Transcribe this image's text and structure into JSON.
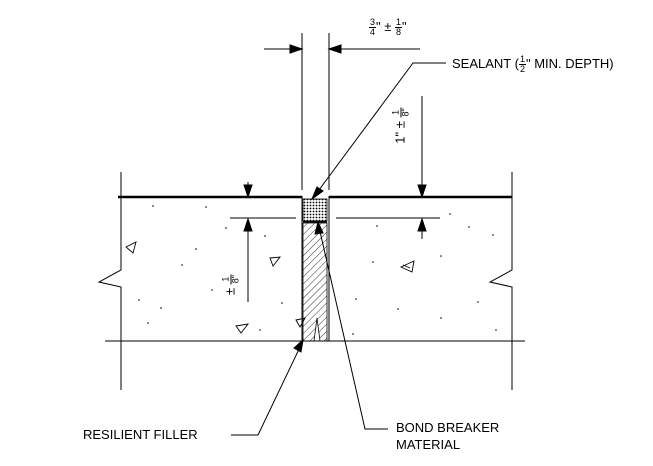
{
  "labels": {
    "joint_width": {
      "whole": "3",
      "whole_den": "4",
      "plus_minus": "±",
      "tol_num": "1",
      "tol_den": "8",
      "unit": "\""
    },
    "sealant": {
      "prefix": "SEALANT (",
      "num": "1",
      "den": "2",
      "suffix": "\" MIN. DEPTH)"
    },
    "recess": {
      "whole": "1\"",
      "plus_minus": "±",
      "tol_num": "1",
      "tol_den": "8\""
    },
    "offset": {
      "plus_minus": "±",
      "tol_num": "1",
      "tol_den": "8\""
    },
    "resilient_filler": "RESILIENT FILLER",
    "bond_breaker_line1": "BOND BREAKER",
    "bond_breaker_line2": "MATERIAL"
  },
  "colors": {
    "line": "#000000",
    "background": "#ffffff"
  }
}
